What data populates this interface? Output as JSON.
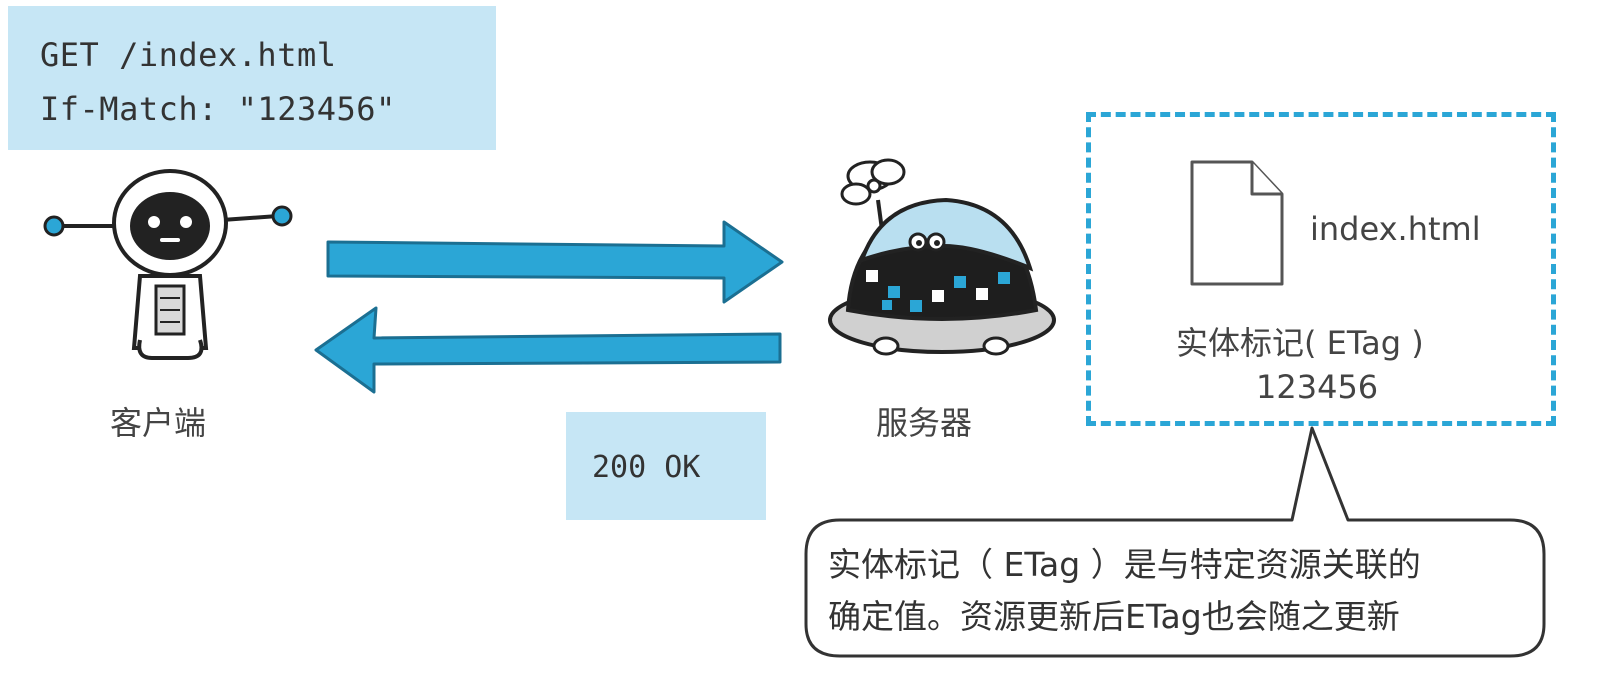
{
  "request": {
    "line1": "GET /index.html",
    "line2": "If-Match: \"123456\""
  },
  "response": {
    "status": "200 OK"
  },
  "client": {
    "label": "客户端",
    "icon": "client-robot-icon"
  },
  "server": {
    "label": "服务器",
    "icon": "server-robot-icon"
  },
  "resource": {
    "filename": "index.html",
    "etag_label": "实体标记( ETag )",
    "etag_value": "123456"
  },
  "note": {
    "line1": "实体标记（ ETag ）是与特定资源关联的",
    "line2": "确定值。资源更新后ETag也会随之更新"
  },
  "colors": {
    "accent": "#2ba6d6",
    "box_fill": "#c6e6f5"
  }
}
